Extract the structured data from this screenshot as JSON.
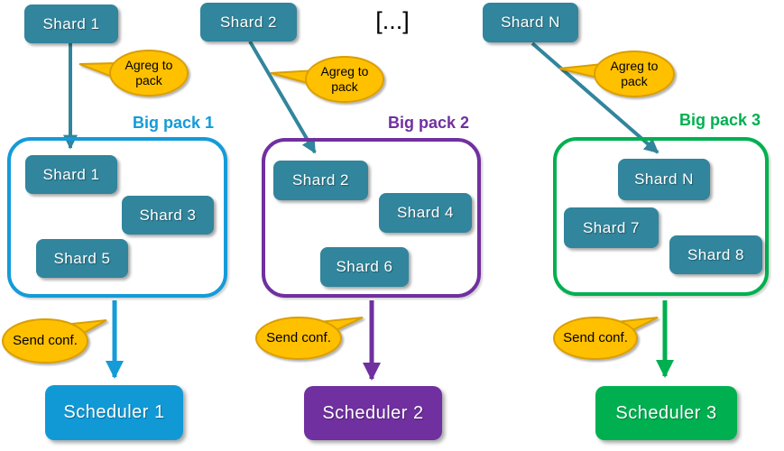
{
  "colors": {
    "shard_teal": "#31859C",
    "pack1_blue": "#149BD8",
    "pack2_purple": "#7030A0",
    "pack3_green": "#00B050",
    "bubble_orange": "#FFC000",
    "bubble_border": "#D99E00"
  },
  "top_shards": [
    "Shard 1",
    "Shard 2",
    "Shard N"
  ],
  "ellipsis": "[...]",
  "labels": {
    "agreg": "Agreg to pack",
    "send": "Send conf."
  },
  "packs": [
    {
      "title": "Big pack 1",
      "shards": [
        "Shard 1",
        "Shard 3",
        "Shard 5"
      ],
      "scheduler": "Scheduler 1"
    },
    {
      "title": "Big pack 2",
      "shards": [
        "Shard 2",
        "Shard 4",
        "Shard 6"
      ],
      "scheduler": "Scheduler 2"
    },
    {
      "title": "Big pack 3",
      "shards": [
        "Shard N",
        "Shard 7",
        "Shard 8"
      ],
      "scheduler": "Scheduler 3"
    }
  ]
}
